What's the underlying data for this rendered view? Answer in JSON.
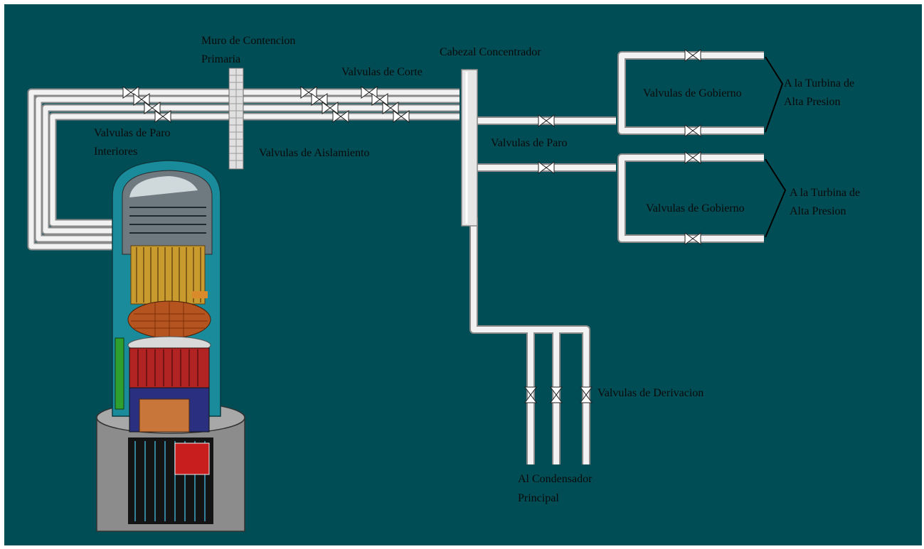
{
  "labels": {
    "containment_wall": [
      "Muro de Contencion",
      "Primaria"
    ],
    "header": "Cabezal Concentrador",
    "shutoff_valves": "Valvulas de Corte",
    "inner_stop_valves": [
      "Valvulas de Paro",
      "Interiores"
    ],
    "isolation_valves": "Valvulas de Aislamiento",
    "stop_valves": "Valvulas de Paro",
    "governor_valves_top": "Valvulas de Gobierno",
    "governor_valves_bottom": "Valvulas de Gobierno",
    "turbine_top": [
      "A la Turbina de",
      "Alta Presion"
    ],
    "turbine_bottom": [
      "A la Turbina de",
      "Alta Presion"
    ],
    "bypass_valves": "Valvulas de Derivacion",
    "condenser": [
      "Al Condensador",
      "Principal"
    ]
  },
  "colors": {
    "background": "#004d55",
    "pipe": "#f2f2f2",
    "pipe_shadow": "#8a8a8a",
    "vessel_shell": "#1a8b9a",
    "text": "#0a0a0a"
  }
}
